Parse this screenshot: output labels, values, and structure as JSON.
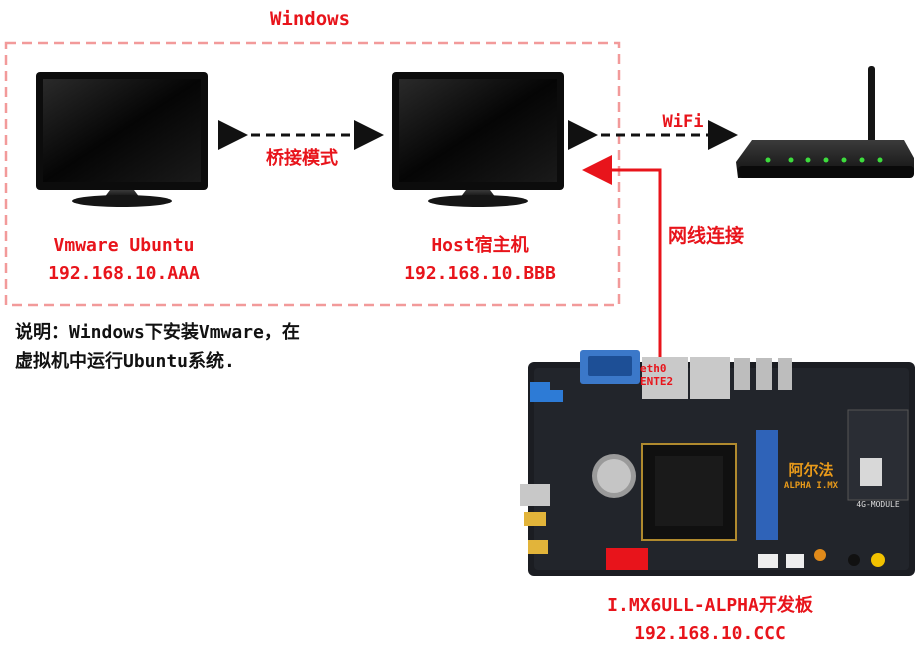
{
  "region": {
    "title": "Windows"
  },
  "vm": {
    "name": "Vmware Ubuntu",
    "ip": "192.168.10.AAA"
  },
  "host": {
    "name": "Host宿主机",
    "ip": "192.168.10.BBB"
  },
  "board": {
    "name": "I.MX6ULL-ALPHA开发板",
    "ip": "192.168.10.CCC",
    "port_line1": "eth0",
    "port_line2": "ENTE2",
    "logo": "阿尔法",
    "logo_sub": "ALPHA I.MX",
    "module": "4G-MODULE"
  },
  "links": {
    "bridge": "桥接模式",
    "wifi": "WiFi",
    "cable": "网线连接"
  },
  "note": {
    "line1": "说明：Windows下安装Vmware，在",
    "line2": "虚拟机中运行Ubuntu系统."
  },
  "colors": {
    "accent": "#e8141b",
    "board": "#1b1d22",
    "monitor": "#111111"
  },
  "icons": [
    "monitor-icon",
    "monitor-icon",
    "router-icon",
    "dev-board-image"
  ]
}
